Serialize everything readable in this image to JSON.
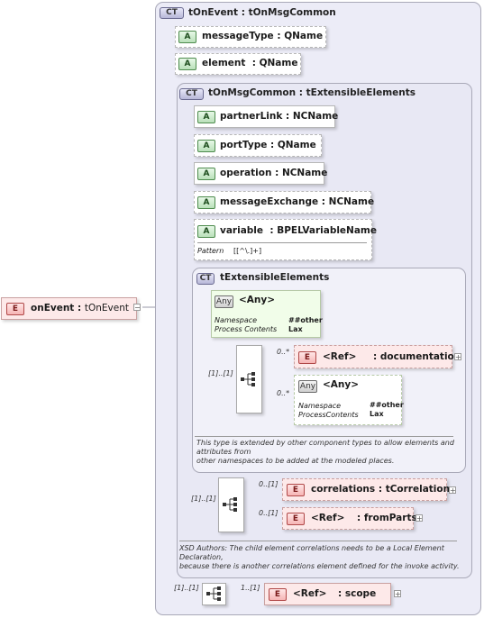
{
  "root_element": {
    "badge": "E",
    "name": "onEvent",
    "type": "tOnEvent",
    "expander": "−"
  },
  "outer_type": {
    "badge": "CT",
    "name": "tOnEvent",
    "base": "tOnMsgCommon"
  },
  "outer_attributes": [
    {
      "badge": "A",
      "name": "messageType",
      "type": "QName"
    },
    {
      "badge": "A",
      "name": "element",
      "type": "QName"
    }
  ],
  "inner_type": {
    "badge": "CT",
    "name": "tOnMsgCommon",
    "base": "tExtensibleElements"
  },
  "inner_attributes": [
    {
      "badge": "A",
      "name": "partnerLink",
      "type": "NCName"
    },
    {
      "badge": "A",
      "name": "portType",
      "type": "QName"
    },
    {
      "badge": "A",
      "name": "operation",
      "type": "NCName"
    },
    {
      "badge": "A",
      "name": "messageExchange",
      "type": "NCName"
    },
    {
      "badge": "A",
      "name": "variable",
      "type": "BPELVariableName"
    }
  ],
  "variable_pattern": {
    "label": "Pattern",
    "value": "[[^\\.]+]"
  },
  "ext_type": {
    "badge": "CT",
    "name": "tExtensibleElements"
  },
  "any_attr": {
    "badge": "Any",
    "title": "<Any>",
    "ns_label": "Namespace",
    "ns_value": "##other",
    "pc_label": "Process Contents",
    "pc_value": "Lax"
  },
  "ext_sequence": {
    "cardinality": "[1]..[1]"
  },
  "documentation_ref": {
    "badge": "E",
    "ref": "<Ref>",
    "name": "documentation",
    "cardinality": "0..*",
    "expander": "+"
  },
  "any_element": {
    "badge": "Any",
    "title": "<Any>",
    "cardinality": "0..*",
    "ns_label": "Namespace",
    "ns_value": "##other",
    "pc_label": "ProcessContents",
    "pc_value": "Lax"
  },
  "ext_annotation": [
    "This type is extended by other component types to allow elements and",
    "attributes from",
    "other namespaces to be added at the modeled places."
  ],
  "msg_sequence": {
    "cardinality": "[1]..[1]"
  },
  "correlations": {
    "badge": "E",
    "name": "correlations",
    "type": "tCorrelations",
    "cardinality": "0..[1]",
    "expander": "+"
  },
  "fromparts": {
    "badge": "E",
    "ref": "<Ref>",
    "name": "fromParts",
    "cardinality": "0..[1]",
    "expander": "+"
  },
  "msg_annotation": [
    "XSD Authors: The child element correlations needs to be a Local Element",
    "Declaration,",
    "because there is another correlations element defined for the invoke activity."
  ],
  "outer_sequence": {
    "cardinality": "[1]..[1]"
  },
  "scope_ref": {
    "badge": "E",
    "ref": "<Ref>",
    "name": "scope",
    "cardinality": "1..[1]",
    "expander": "+"
  }
}
